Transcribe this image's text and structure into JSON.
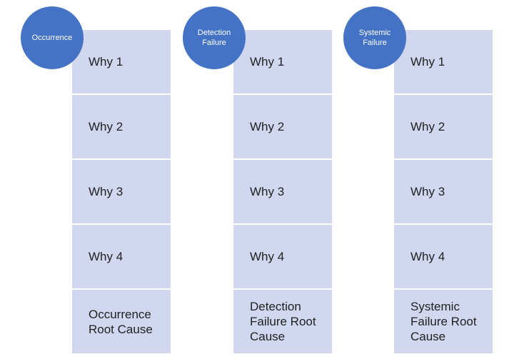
{
  "columns": [
    {
      "header": "Occurrence",
      "whys": [
        "Why 1",
        "Why 2",
        "Why 3",
        "Why 4"
      ],
      "root_cause": "Occurrence\nRoot Cause"
    },
    {
      "header": "Detection\nFailure",
      "whys": [
        "Why 1",
        "Why 2",
        "Why 3",
        "Why 4"
      ],
      "root_cause": "Detection\nFailure Root\nCause"
    },
    {
      "header": "Systemic\nFailure",
      "whys": [
        "Why 1",
        "Why 2",
        "Why 3",
        "Why 4"
      ],
      "root_cause": "Systemic\nFailure Root\nCause"
    }
  ],
  "colors": {
    "circle": "#4472c4",
    "cell": "#d0d7ee",
    "text": "#222222"
  }
}
